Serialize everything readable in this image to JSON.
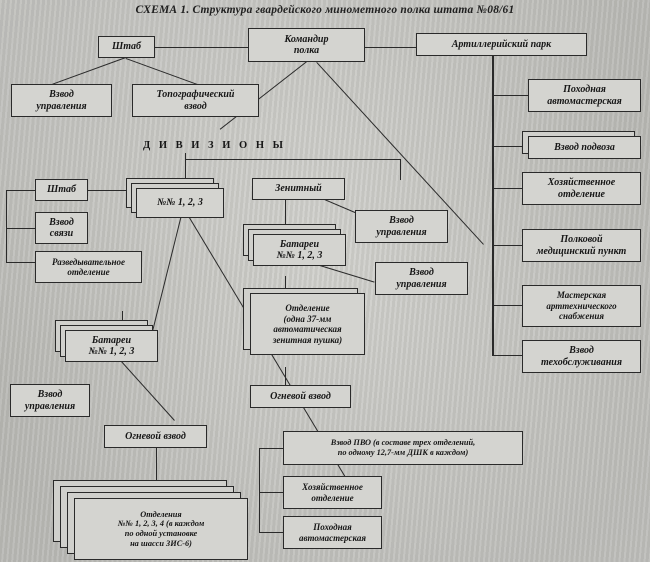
{
  "title": "СХЕМА 1.  Структура гвардейского минометного полка штата №08/61",
  "group_label": "Д И В И З И О Н Ы",
  "colors": {
    "paper": "#cfcfcb",
    "ink": "#2a2a2a",
    "box_fill": "#d4d4d0"
  },
  "boxes": {
    "shtab_polka": "Штаб",
    "komandir_polka": "Командир\nполка",
    "artpark": "Артиллерийский парк",
    "vzvod_upravleniya_polk": "Взвод\nуправления",
    "topo_vzvod": "Топографический\nвзвод",
    "pohodnaya_avtomasterskaya_r": "Походная\nавтомастерская",
    "vzvod_podvoza": "Взвод подвоза",
    "hoz_otdelenie_r": "Хозяйственное\nотделение",
    "polkovoy_medpunkt": "Полковой\nмедицинский пункт",
    "masterskaya_art": "Мастерская\nарттехнического\nснабжения",
    "vzvod_tehobsluzhivaniya": "Взвод\nтехобслуживания",
    "div_shtab": "Штаб",
    "div_vzvod_svyazi": "Взвод\nсвязи",
    "razved_otdelenie": "Разведывательное\nотделение",
    "diviziony_nn": "№№ 1, 2, 3",
    "zenitnyy": "Зенитный",
    "zen_vzvod_upr": "Взвод\nуправления",
    "zen_batarei": "Батареи\n№№ 1, 2, 3",
    "bat_vzvod_upr": "Взвод\nуправления",
    "zen_otdelenie": "Отделение\n(одна 37-мм\nавтоматическая\nзенитная пушка)",
    "zen_ognevoy_vzvod": "Огневой взвод",
    "div_batarei": "Батареи\n№№ 1, 2, 3",
    "bat_vzvod_upravleniya": "Взвод\nуправления",
    "div_ognevoy_vzvod": "Огневой взвод",
    "otdeleniya_nn": "Отделения\n№№ 1, 2, 3, 4 (в каждом\nпо одной установке\nна шасси ЗИС-6)",
    "vzvod_pvo": "Взвод ПВО (в составе трех отделений,\nпо одному 12,7-мм ДШК в каждом)",
    "hoz_otdelenie_b": "Хозяйственное\nотделение",
    "pohodnaya_avtomasterskaya_b": "Походная\nавтомастерская"
  }
}
